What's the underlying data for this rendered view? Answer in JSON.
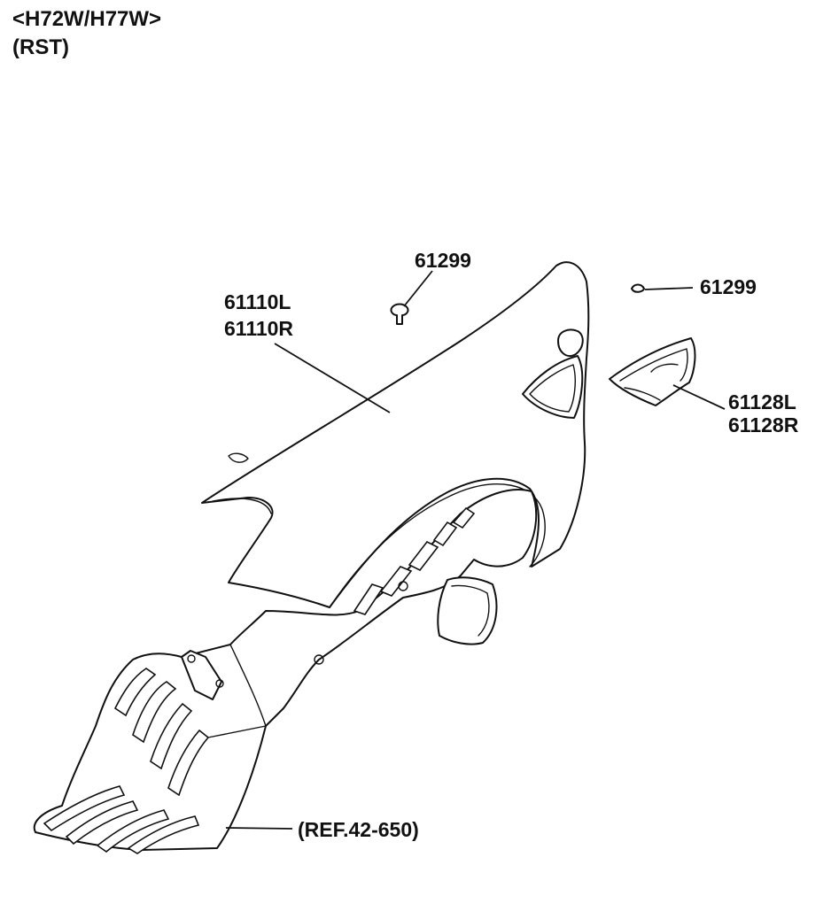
{
  "header": {
    "model": "<H72W/H77W>",
    "trim": "(RST)"
  },
  "callouts": {
    "fender_left": "61110L",
    "fender_right": "61110R",
    "clip_top": "61299",
    "clip_right": "61299",
    "bracket_left": "61128L",
    "bracket_right": "61128R",
    "liner_ref": "(REF.42-650)"
  }
}
